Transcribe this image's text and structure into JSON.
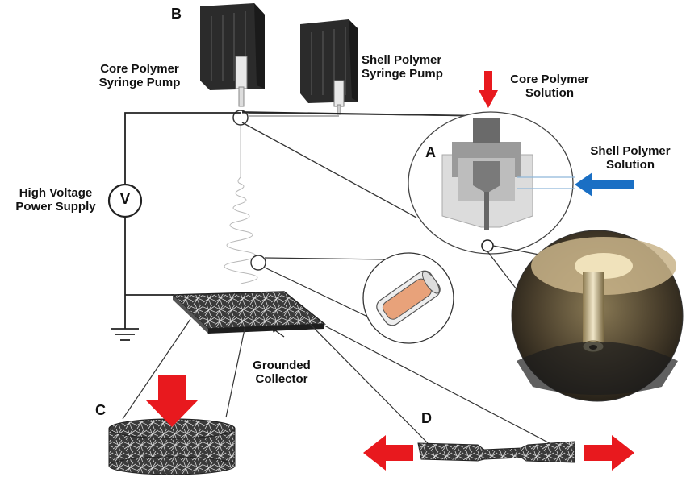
{
  "labels": {
    "panel_a": "A",
    "panel_b": "B",
    "panel_c": "C",
    "panel_d": "D",
    "core_pump": [
      "Core Polymer",
      "Syringe Pump"
    ],
    "shell_pump": [
      "Shell Polymer",
      "Syringe Pump"
    ],
    "core_solution": [
      "Core Polymer",
      "Solution"
    ],
    "shell_solution": [
      "Shell Polymer",
      "Solution"
    ],
    "power_supply": [
      "High Voltage",
      "Power Supply"
    ],
    "voltmeter_symbol": "V",
    "collector": [
      "Grounded",
      "Collector"
    ]
  },
  "colors": {
    "arrow_red": "#e8191e",
    "arrow_blue": "#1a6fc4",
    "pump_dark": "#2b2b2b",
    "fiber_core": "#e8a27a"
  }
}
